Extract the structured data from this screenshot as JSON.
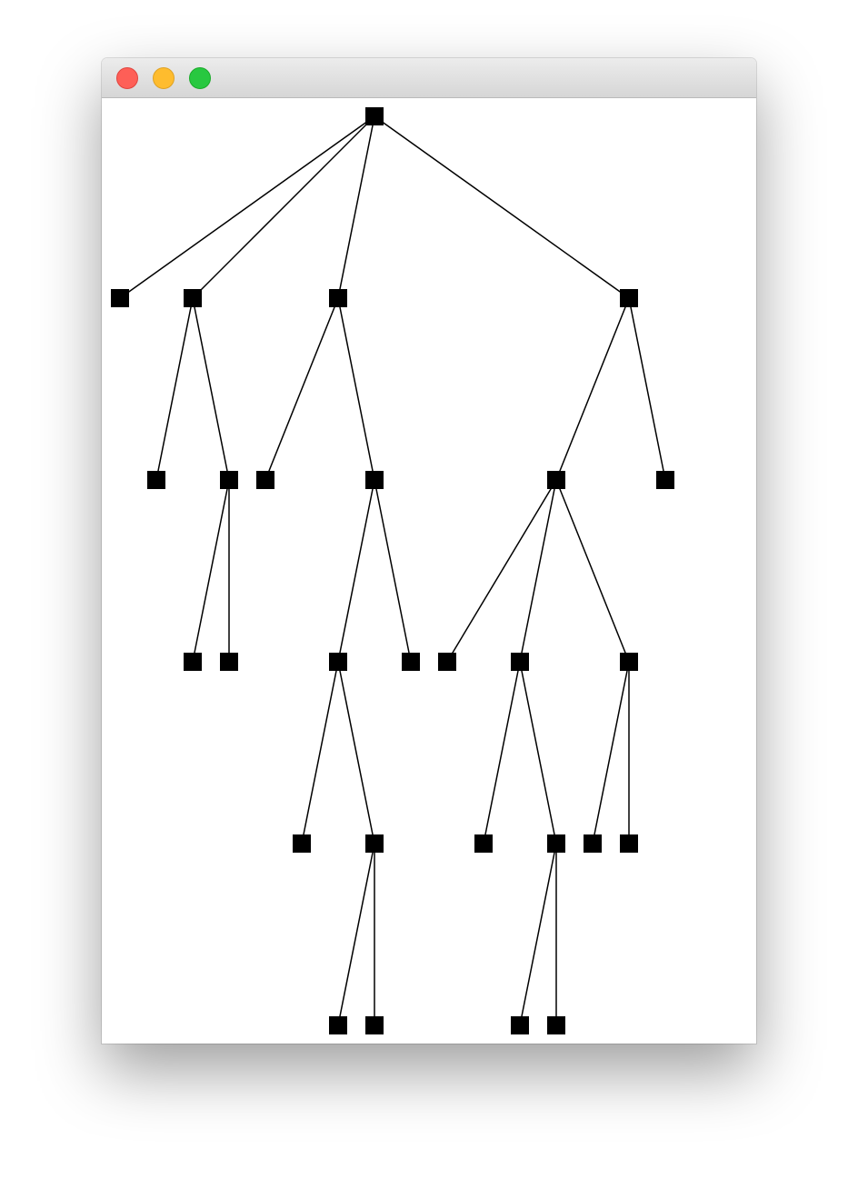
{
  "window": {
    "controls": [
      {
        "name": "close-button",
        "color": "#fe5f57",
        "border": "#e0443e"
      },
      {
        "name": "minimize-button",
        "color": "#febc2e",
        "border": "#dea123"
      },
      {
        "name": "zoom-button",
        "color": "#28c840",
        "border": "#1aab29"
      }
    ]
  },
  "tree": {
    "node_color": "#000000",
    "edge_color": "#000000",
    "root": {
      "children": [
        {
          "children": []
        },
        {
          "children": [
            {
              "children": []
            },
            {
              "children": [
                {
                  "children": []
                },
                {
                  "children": []
                }
              ]
            }
          ]
        },
        {
          "children": [
            {
              "children": []
            },
            {
              "children": [
                {
                  "children": [
                    {
                      "children": []
                    },
                    {
                      "children": [
                        {
                          "children": []
                        },
                        {
                          "children": []
                        }
                      ]
                    }
                  ]
                },
                {
                  "children": []
                }
              ]
            }
          ]
        },
        {
          "children": [
            {
              "children": [
                {
                  "children": []
                },
                {
                  "children": [
                    {
                      "children": []
                    },
                    {
                      "children": [
                        {
                          "children": []
                        },
                        {
                          "children": []
                        }
                      ]
                    }
                  ]
                },
                {
                  "children": [
                    {
                      "children": []
                    },
                    {
                      "children": []
                    }
                  ]
                }
              ]
            },
            {
              "children": []
            }
          ]
        }
      ]
    }
  }
}
